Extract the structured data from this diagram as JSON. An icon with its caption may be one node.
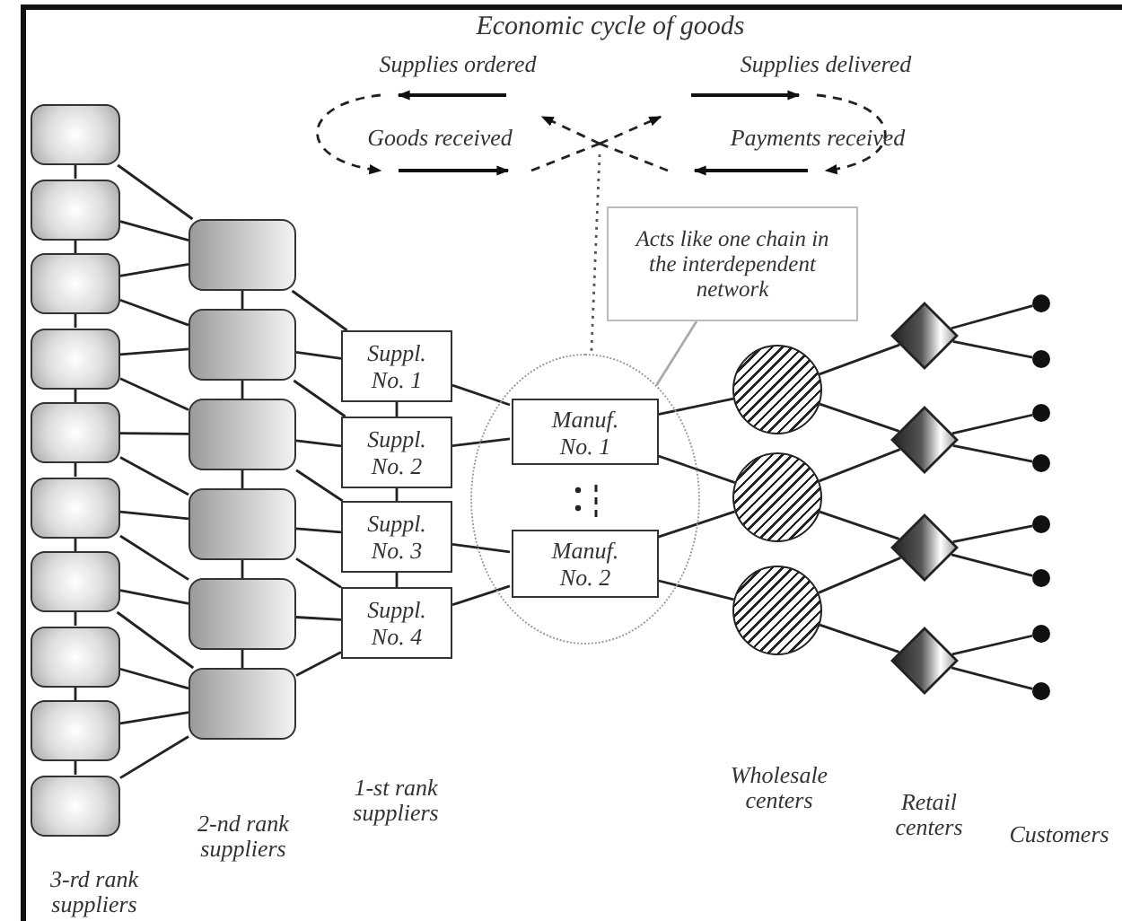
{
  "diagram": {
    "title": "Economic cycle of goods",
    "nodes": [
      {
        "text": [],
        "shape": "box"
      },
      {
        "text": [],
        "shape": "box"
      },
      {
        "text": [],
        "shape": "box"
      },
      {
        "text": [],
        "shape": "box"
      },
      {
        "text": [],
        "shape": "box"
      },
      {
        "text": [],
        "shape": "box"
      },
      {
        "text": [],
        "shape": "box"
      },
      {
        "text": [],
        "shape": "box"
      },
      {
        "text": [],
        "shape": "box"
      },
      {
        "text": [],
        "shape": "box"
      },
      {
        "text": [],
        "shape": "box"
      },
      {
        "text": [],
        "shape": "box"
      },
      {
        "text": [],
        "shape": "box"
      },
      {
        "text": [],
        "shape": "box"
      },
      {
        "text": [],
        "shape": "box"
      },
      {
        "text": [],
        "shape": "box"
      },
      {
        "text": [
          "Suppl. No. 1"
        ]
      },
      {
        "text": [
          "Suppl. No. 2"
        ]
      },
      {
        "text": [
          "Suppl. No. 3"
        ]
      },
      {
        "text": [
          "Suppl. No. 4"
        ]
      },
      {
        "text": [],
        "shape": "circle"
      },
      {
        "text": [
          "Manuf. No. 1"
        ],
        "in": 20
      },
      {
        "text": [
          "Manuf. No. 2"
        ],
        "in": 20
      },
      {
        "text": [
          "Acts like one chain in the interdependent network"
        ]
      },
      {
        "text": [],
        "shape": "circle"
      },
      {
        "text": [],
        "shape": "circle"
      },
      {
        "text": [],
        "shape": "circle"
      },
      {
        "text": [],
        "shape": "diamond"
      },
      {
        "text": [],
        "shape": "diamond"
      },
      {
        "text": [],
        "shape": "diamond"
      },
      {
        "text": [],
        "shape": "diamond"
      },
      {
        "text": [],
        "shape": "circle"
      },
      {
        "text": [],
        "shape": "circle"
      },
      {
        "text": [],
        "shape": "circle"
      },
      {
        "text": [],
        "shape": "circle"
      },
      {
        "text": [],
        "shape": "circle"
      },
      {
        "text": [],
        "shape": "circle"
      },
      {
        "text": [],
        "shape": "circle"
      },
      {
        "text": [],
        "shape": "circle"
      }
    ],
    "edges": [
      {
        "from": 0,
        "to": 1,
        "arrow": "none"
      },
      {
        "from": 1,
        "to": 2,
        "arrow": "none"
      },
      {
        "from": 2,
        "to": 3,
        "arrow": "none"
      },
      {
        "from": 3,
        "to": 4,
        "arrow": "none"
      },
      {
        "from": 4,
        "to": 5,
        "arrow": "none"
      },
      {
        "from": 5,
        "to": 6,
        "arrow": "none"
      },
      {
        "from": 6,
        "to": 7,
        "arrow": "none"
      },
      {
        "from": 7,
        "to": 8,
        "arrow": "none"
      },
      {
        "from": 8,
        "to": 9,
        "arrow": "none"
      },
      {
        "from": 0,
        "to": 10,
        "arrow": "none"
      },
      {
        "from": 1,
        "to": 10,
        "arrow": "none"
      },
      {
        "from": 2,
        "to": 10,
        "arrow": "none"
      },
      {
        "from": 2,
        "to": 11,
        "arrow": "none"
      },
      {
        "from": 3,
        "to": 11,
        "arrow": "none"
      },
      {
        "from": 3,
        "to": 12,
        "arrow": "none"
      },
      {
        "from": 4,
        "to": 12,
        "arrow": "none"
      },
      {
        "from": 4,
        "to": 13,
        "arrow": "none"
      },
      {
        "from": 5,
        "to": 13,
        "arrow": "none"
      },
      {
        "from": 5,
        "to": 14,
        "arrow": "none"
      },
      {
        "from": 6,
        "to": 14,
        "arrow": "none"
      },
      {
        "from": 6,
        "to": 15,
        "arrow": "none"
      },
      {
        "from": 7,
        "to": 15,
        "arrow": "none"
      },
      {
        "from": 8,
        "to": 15,
        "arrow": "none"
      },
      {
        "from": 9,
        "to": 15,
        "arrow": "none"
      },
      {
        "from": 10,
        "to": 11,
        "arrow": "none"
      },
      {
        "from": 11,
        "to": 12,
        "arrow": "none"
      },
      {
        "from": 12,
        "to": 13,
        "arrow": "none"
      },
      {
        "from": 13,
        "to": 14,
        "arrow": "none"
      },
      {
        "from": 14,
        "to": 15,
        "arrow": "none"
      },
      {
        "from": 10,
        "to": 16,
        "arrow": "none"
      },
      {
        "from": 11,
        "to": 16,
        "arrow": "none"
      },
      {
        "from": 11,
        "to": 17,
        "arrow": "none"
      },
      {
        "from": 12,
        "to": 17,
        "arrow": "none"
      },
      {
        "from": 12,
        "to": 18,
        "arrow": "none"
      },
      {
        "from": 13,
        "to": 18,
        "arrow": "none"
      },
      {
        "from": 13,
        "to": 19,
        "arrow": "none"
      },
      {
        "from": 14,
        "to": 19,
        "arrow": "none"
      },
      {
        "from": 15,
        "to": 19,
        "arrow": "none"
      },
      {
        "from": 16,
        "to": 17,
        "arrow": "none"
      },
      {
        "from": 17,
        "to": 18,
        "arrow": "none"
      },
      {
        "from": 18,
        "to": 19,
        "arrow": "none"
      },
      {
        "from": 16,
        "to": 21,
        "arrow": "none"
      },
      {
        "from": 17,
        "to": 21,
        "arrow": "none"
      },
      {
        "from": 18,
        "to": 22,
        "arrow": "none"
      },
      {
        "from": 19,
        "to": 22,
        "arrow": "none"
      },
      {
        "from": 21,
        "to": 24,
        "arrow": "none"
      },
      {
        "from": 21,
        "to": 25,
        "arrow": "none"
      },
      {
        "from": 22,
        "to": 25,
        "arrow": "none"
      },
      {
        "from": 22,
        "to": 26,
        "arrow": "none"
      },
      {
        "from": 24,
        "to": 27,
        "arrow": "none"
      },
      {
        "from": 24,
        "to": 28,
        "arrow": "none"
      },
      {
        "from": 25,
        "to": 28,
        "arrow": "none"
      },
      {
        "from": 25,
        "to": 29,
        "arrow": "none"
      },
      {
        "from": 26,
        "to": 29,
        "arrow": "none"
      },
      {
        "from": 26,
        "to": 30,
        "arrow": "none"
      },
      {
        "from": 27,
        "to": 31,
        "arrow": "none"
      },
      {
        "from": 27,
        "to": 32,
        "arrow": "none"
      },
      {
        "from": 28,
        "to": 33,
        "arrow": "none"
      },
      {
        "from": 28,
        "to": 34,
        "arrow": "none"
      },
      {
        "from": 29,
        "to": 35,
        "arrow": "none"
      },
      {
        "from": 29,
        "to": 36,
        "arrow": "none"
      },
      {
        "from": 30,
        "to": 37,
        "arrow": "none"
      },
      {
        "from": 30,
        "to": 38,
        "arrow": "none"
      },
      {
        "from": 23,
        "to": 20,
        "arrow": "none",
        "color": "#aaaaaa"
      },
      {
        "from": null,
        "to": 20,
        "arrow": "none",
        "style": "dashed"
      }
    ],
    "labels": [
      "Supplies ordered",
      "Supplies delivered",
      "Goods received",
      "Payments received",
      "3-rd rank suppliers",
      "2-nd rank suppliers",
      "1-st rank suppliers",
      "Wholesale centers",
      "Retail centers",
      "Customers"
    ]
  }
}
